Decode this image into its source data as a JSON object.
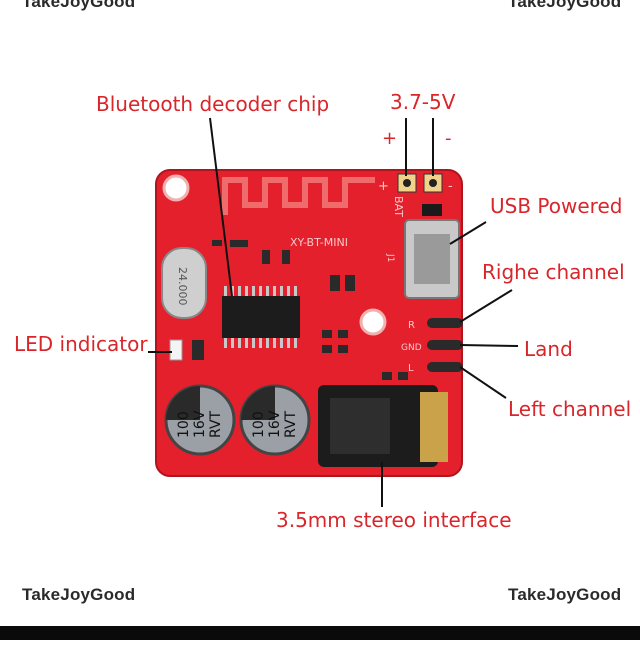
{
  "watermark": "TakeJoyGood",
  "labels": {
    "chip": "Bluetooth decoder chip",
    "voltage": "3.7-5V",
    "plus": "+",
    "minus": "-",
    "usb": "USB Powered",
    "right": "Righe channel",
    "land": "Land",
    "left": "Left channel",
    "led": "LED indicator",
    "jack": "3.5mm stereo interface"
  },
  "board": {
    "model": "XY-BT-MINI",
    "bat": "BAT",
    "crystal": "24.000",
    "pin_r": "R",
    "pin_gnd": "GND",
    "pin_l": "L",
    "cap_value": "100",
    "cap_voltage": "16V",
    "cap_brand": "RVT",
    "j1": "J1"
  },
  "colors": {
    "pcb": "#e3202c",
    "label": "#d8262b",
    "annotation_line": "#111111"
  }
}
